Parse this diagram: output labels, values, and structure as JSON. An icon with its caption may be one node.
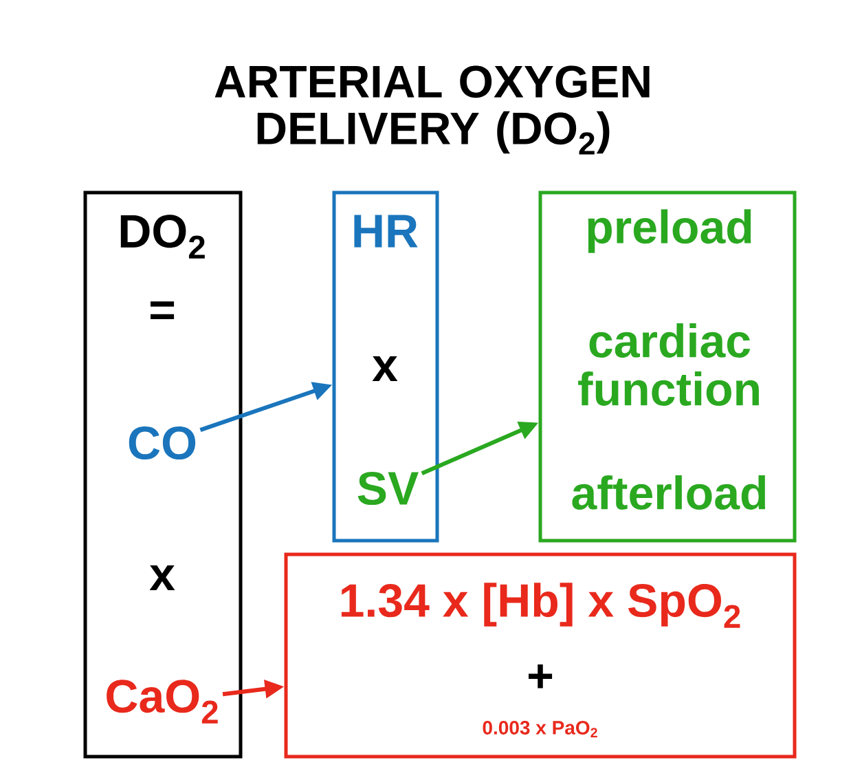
{
  "diagram": {
    "title": "ARTERIAL OXYGEN DELIVERY (DO$_{2}$)",
    "nodes": [
      {
        "text": [
          "DO$_{2}$",
          "=",
          "x"
        ]
      },
      {
        "text": [
          "CO"
        ],
        "in": 0
      },
      {
        "text": [
          "CaO$_{2}$"
        ],
        "in": 0
      },
      {
        "text": [
          "HR",
          "x"
        ]
      },
      {
        "text": [
          "SV"
        ],
        "in": 3
      },
      {
        "text": [
          "preload",
          "cardiac function",
          "afterload"
        ]
      },
      {
        "text": [
          "1.34 x [Hb] x SpO$_{2}$",
          "+",
          "0.003 x PaO$_{2}$"
        ]
      }
    ],
    "edges": [
      {
        "from": 1,
        "to": 3,
        "arrow": "to",
        "color": "#1a75bc"
      },
      {
        "from": 4,
        "to": 5,
        "arrow": "to",
        "color": "#2aa820"
      },
      {
        "from": 2,
        "to": 6,
        "arrow": "to",
        "color": "#e8291c"
      }
    ]
  }
}
